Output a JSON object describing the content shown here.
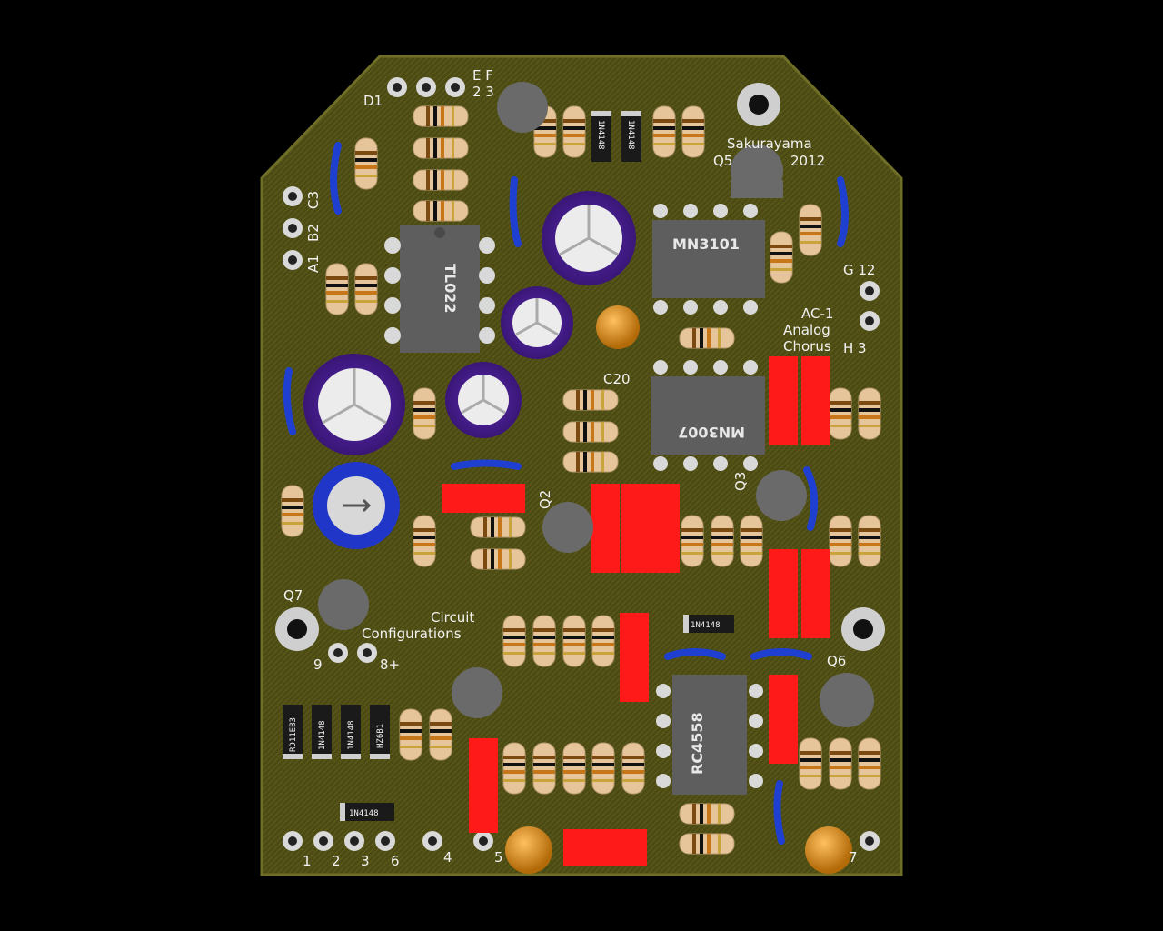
{
  "board": {
    "credit": "Sakurayama",
    "year": "2012",
    "product_line1": "AC-1",
    "product_line2": "Analog",
    "product_line3": "Chorus",
    "config_line1": "Circuit",
    "config_line2": "Configurations"
  },
  "chips": {
    "u1": "TL022",
    "u2": "MN3101",
    "u3": "MN3007",
    "u4": "RC4558"
  },
  "refs": {
    "d1": "D1",
    "c3": "C3",
    "c20": "C20",
    "q2": "Q2",
    "q3": "Q3",
    "q5": "Q5",
    "q6": "Q6",
    "q7": "Q7",
    "a1": "A1",
    "b2": "B2",
    "ef": "E F",
    "ef_nums": "2 3",
    "g12": "G 12",
    "h3": "H 3"
  },
  "diodes": {
    "d_top1": "1N4148",
    "d_top2": "1N4148",
    "d_mid": "1N4148",
    "d_low1": "RD11EB3",
    "d_low2": "1N4148",
    "d_low3": "1N4148",
    "d_low4": "HZ6B1",
    "d_bottom": "1N4148"
  },
  "pads": {
    "p9": "9",
    "p8": "8+",
    "p1": "1",
    "p2": "2",
    "p3": "3",
    "p6": "6",
    "p4": "4",
    "p5": "5",
    "p7": "7"
  },
  "colors": {
    "background": "#000000",
    "pcb": "#4a4a12",
    "pad": "#d9d9d9",
    "ic_body": "#5e5e5e",
    "electrolytic": "#4b1f99",
    "film_cap": "#ff1a1a",
    "jumper": "#1e3fd0",
    "resistor": "#e6c59a",
    "ceramic_cap": "#e39a22"
  }
}
